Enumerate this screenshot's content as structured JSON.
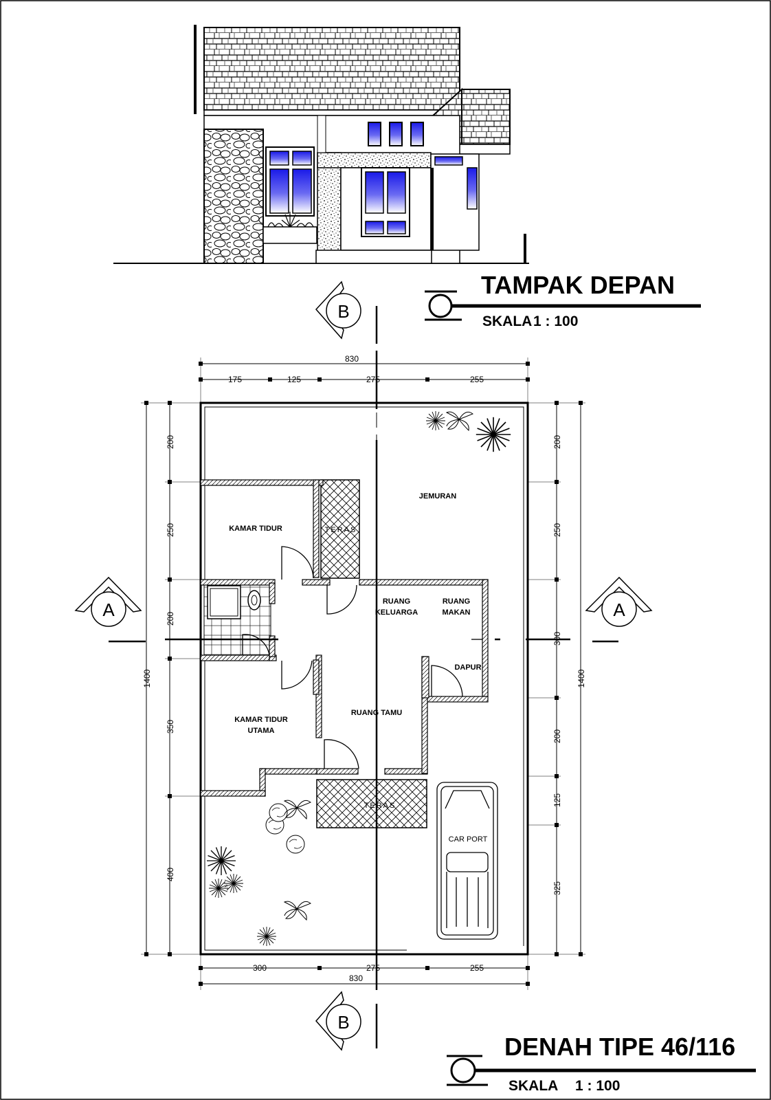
{
  "elevation": {
    "title": "TAMPAK DEPAN",
    "scale_label": "SKALA",
    "scale_value": "1 : 100"
  },
  "plan": {
    "title": "DENAH TIPE 46/116",
    "scale_label": "SKALA",
    "scale_value": "1 : 100"
  },
  "sections": {
    "a_left": "A",
    "a_right": "A",
    "b_top": "B",
    "b_bottom": "B"
  },
  "dimensions": {
    "top_total": "830",
    "top_segments": [
      "175",
      "125",
      "275",
      "255"
    ],
    "bottom_total": "830",
    "bottom_segments": [
      "300",
      "275",
      "255"
    ],
    "left_total": "1400",
    "left_segments": [
      "200",
      "250",
      "200",
      "350",
      "400"
    ],
    "right_total": "1400",
    "right_segments": [
      "200",
      "250",
      "300",
      "200",
      "125",
      "325"
    ]
  },
  "rooms": {
    "kamar_tidur": "KAMAR TIDUR",
    "teras_back": "TERAS",
    "jemuran": "JEMURAN",
    "ruang_keluarga_1": "RUANG",
    "ruang_keluarga_2": "KELUARGA",
    "ruang_makan_1": "RUANG",
    "ruang_makan_2": "MAKAN",
    "dapur": "DAPUR",
    "kamar_utama_1": "KAMAR TIDUR",
    "kamar_utama_2": "UTAMA",
    "ruang_tamu": "RUANG TAMU",
    "teras_front": "TERAS",
    "car_port": "CAR PORT"
  }
}
